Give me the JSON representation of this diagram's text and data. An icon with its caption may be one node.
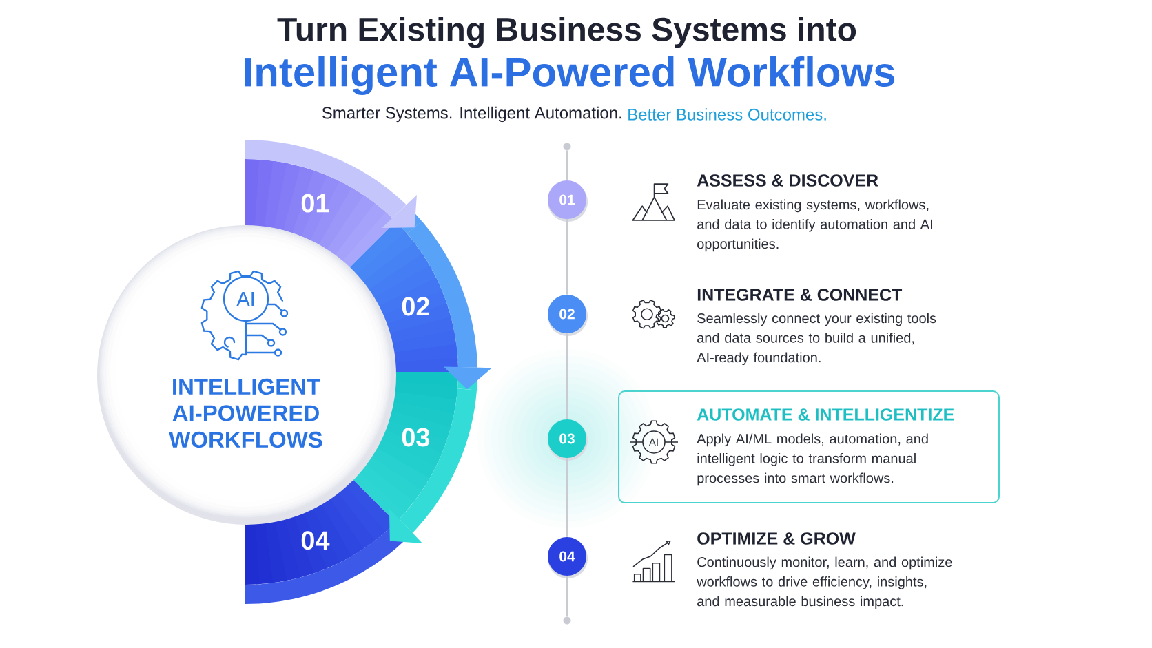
{
  "diagram": {
    "title": "Turn Existing Business Systems into",
    "nodes": [
      {
        "text": [
          "INTELLIGENT AI-POWERED WORKFLOWS"
        ]
      },
      {
        "text": [
          "01"
        ]
      },
      {
        "text": [
          "02"
        ]
      },
      {
        "text": [
          "03"
        ]
      },
      {
        "text": [
          "04"
        ]
      },
      {
        "text": [],
        "shape": "circle"
      },
      {
        "text": [
          "01"
        ]
      },
      {
        "text": [
          "02"
        ]
      },
      {
        "text": [
          "03"
        ]
      },
      {
        "text": [
          "AUTOMATE & INTELLIGENTIZE",
          "Apply AI/ML models, automation, and intelligent logic to transform manual processes into smart workflows."
        ]
      },
      {
        "text": [
          "04"
        ]
      },
      {
        "text": [],
        "shape": "circle"
      }
    ],
    "edges": [
      {
        "from": 1,
        "to": 2,
        "arrow": "to",
        "style": "thick",
        "color": "#c4c6fb"
      },
      {
        "from": 2,
        "to": 3,
        "arrow": "to",
        "style": "thick",
        "color": "#58a2f8"
      },
      {
        "from": 3,
        "to": 4,
        "arrow": "to",
        "style": "thick",
        "color": "#34dcd7"
      },
      {
        "from": 5,
        "to": 6,
        "arrow": "none"
      },
      {
        "from": 6,
        "to": 7,
        "arrow": "none"
      },
      {
        "from": 7,
        "to": 8,
        "arrow": "none"
      },
      {
        "from": 8,
        "to": 10,
        "arrow": "none"
      },
      {
        "from": 10,
        "to": 11,
        "arrow": "none"
      }
    ],
    "labels": [
      "Intelligent AI-Powered Workflows",
      "Smarter Systems. Intelligent Automation.",
      "Better Business Outcomes.",
      "AI",
      "ASSESS & DISCOVER",
      "Evaluate existing systems, workflows, and data to identify automation and AI opportunities.",
      "INTEGRATE & CONNECT",
      "Seamlessly connect your existing tools and data sources to build a unified, AI-ready foundation.",
      "AI",
      "OPTIMIZE & GROW",
      "Continuously monitor, learn, and optimize workflows to drive efficiency, insights, and measurable business impact."
    ]
  }
}
